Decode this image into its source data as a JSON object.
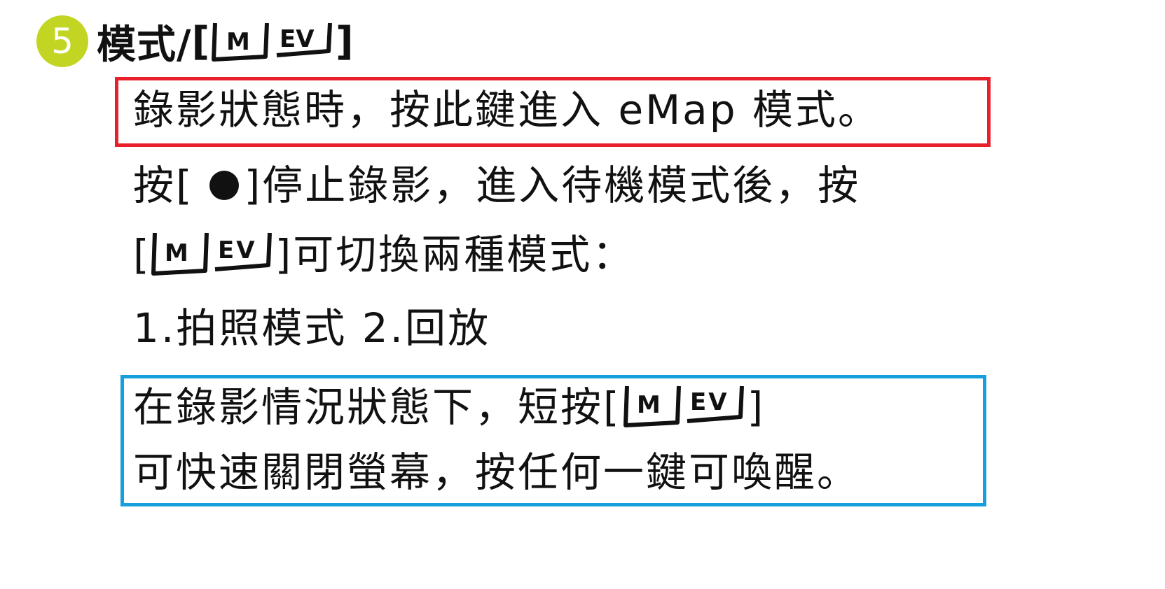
{
  "heading": {
    "number": "5",
    "title": "模式/",
    "open_bracket": "[",
    "close_bracket": "]"
  },
  "key_icon": {
    "left_label": "M",
    "right_label": "EV"
  },
  "highlight_red": {
    "text": "錄影狀態時，按此鍵進入 eMap 模式。"
  },
  "body": {
    "line1_pre": "按[",
    "line1_post": "]停止錄影，進入待機模式後，按",
    "line2_pre": "[",
    "line2_post": "]可切換兩種模式：",
    "line3": "1.拍照模式  2.回放"
  },
  "highlight_blue": {
    "line1_pre": "在錄影情況狀態下，短按[",
    "line1_post": "]",
    "line2": "可快速關閉螢幕，按任何一鍵可喚醒。"
  },
  "colors": {
    "badge": "#c3d523",
    "red_box": "#e8202c",
    "blue_box": "#169fdc"
  }
}
